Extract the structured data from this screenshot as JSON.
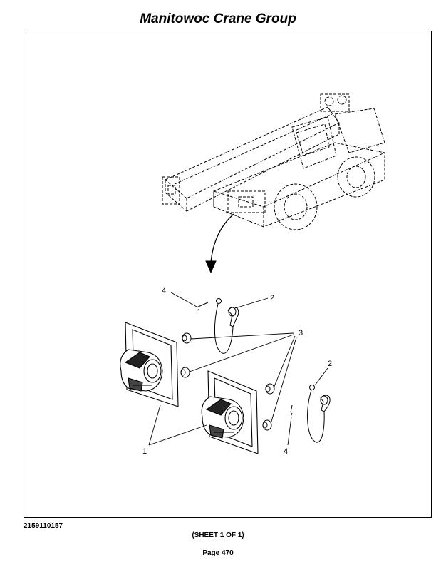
{
  "header": {
    "title": "Manitowoc Crane Group"
  },
  "figure": {
    "callouts": {
      "connector": "1",
      "cap": "2",
      "spacer": "3",
      "pin": "4"
    }
  },
  "footer": {
    "drawing_number": "2159110157",
    "sheet": "(SHEET 1 OF 1)",
    "page": "Page 470"
  },
  "icons": [
    "crane-illustration",
    "connector-socket-icon",
    "dust-cap-icon",
    "spacer-icon",
    "pin-icon",
    "location-arrow-icon"
  ]
}
